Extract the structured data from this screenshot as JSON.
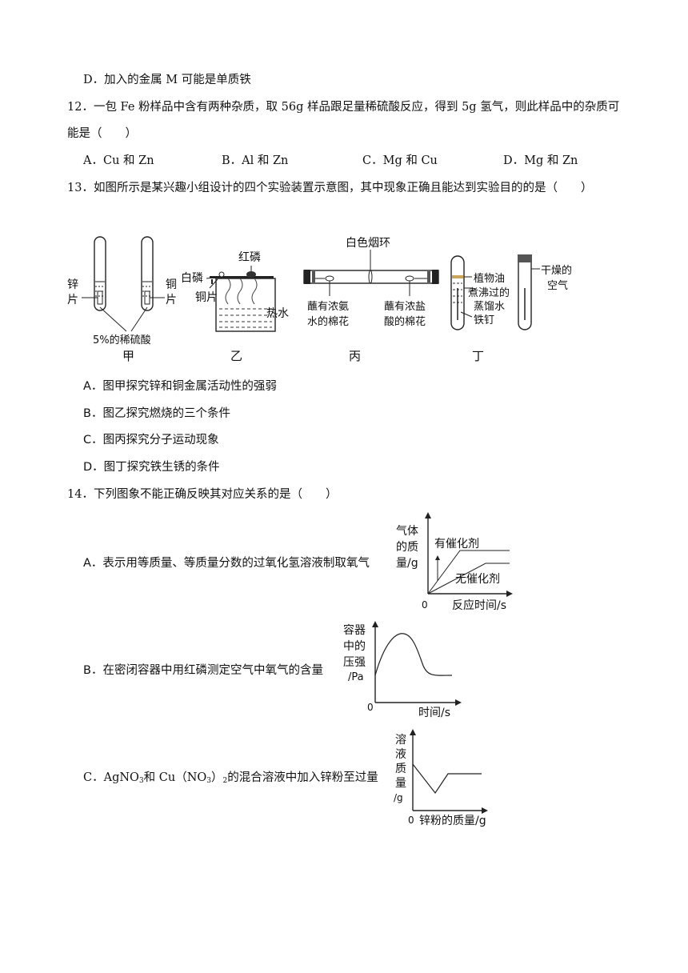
{
  "q11": {
    "option_d": "D．加入的金属 M  可能是单质铁"
  },
  "q12": {
    "stem_line1": "12．一包 Fe 粉样品中含有两种杂质，取 56g 样品跟足量稀硫酸反应，得到 5g 氢气，则此样品中的杂质可",
    "stem_line2": "能是（　　）",
    "options": [
      "A．Cu 和 Zn",
      "B．Al 和 Zn",
      "C．Mg 和 Cu",
      "D．Mg 和 Zn"
    ]
  },
  "q13": {
    "stem": "13．如图所示是某兴趣小组设计的四个实验装置示意图，其中现象正确且能达到实验目的的是（　　）",
    "figure": {
      "jia": {
        "left_label": [
          "锌",
          "片"
        ],
        "right_label": [
          "铜",
          "片"
        ],
        "acid_label": "5%的稀硫酸",
        "caption": "甲"
      },
      "yi": {
        "red_p": "红磷",
        "white_p": "白磷",
        "copper": "铜片",
        "hot_water": "热水",
        "caption": "乙"
      },
      "bing": {
        "smoke": "白色烟环",
        "left_cotton": [
          "蘸有浓氨",
          "水的棉花"
        ],
        "right_cotton": [
          "蘸有浓盐",
          "酸的棉花"
        ],
        "caption": "丙"
      },
      "ding": {
        "oil": "植物油",
        "boiled": "煮沸过的",
        "distilled": "蒸馏水",
        "nail": "铁钉",
        "dry_air": [
          "干燥的",
          "空气"
        ],
        "caption": "丁"
      }
    },
    "options": [
      "A．图甲探究锌和铜金属活动性的强弱",
      "B．图乙探究燃烧的三个条件",
      "C．图丙探究分子运动现象",
      "D．图丁探究铁生锈的条件"
    ]
  },
  "q14": {
    "stem": "14．下列图象不能正确反映其对应关系的是（　　）",
    "option_a": "A．表示用等质量、等质量分数的过氧化氢溶液制取氧气",
    "option_b": "B．在密闭容器中用红磷测定空气中氧气的含量",
    "option_c_pre": "C．AgNO",
    "option_c_sub1": "3",
    "option_c_mid": "和 Cu（NO",
    "option_c_sub2": "3",
    "option_c_post": "）",
    "option_c_sub3": "2",
    "option_c_end": "的混合溶液中加入锌粉至过量",
    "graph_a": {
      "ylabel": [
        "气体",
        "的质",
        "量/g"
      ],
      "xlabel": "反应时间/s",
      "origin": "0",
      "catalyst": "有催化剂",
      "no_catalyst": "无催化剂"
    },
    "graph_b": {
      "ylabel": [
        "容器",
        "中的",
        "压强",
        "/Pa"
      ],
      "xlabel": "时间/s",
      "origin": "0"
    },
    "graph_c": {
      "ylabel": [
        "溶",
        "液",
        "质",
        "量",
        "/g"
      ],
      "xlabel": "锌粉的质量/g",
      "origin": "0"
    }
  }
}
